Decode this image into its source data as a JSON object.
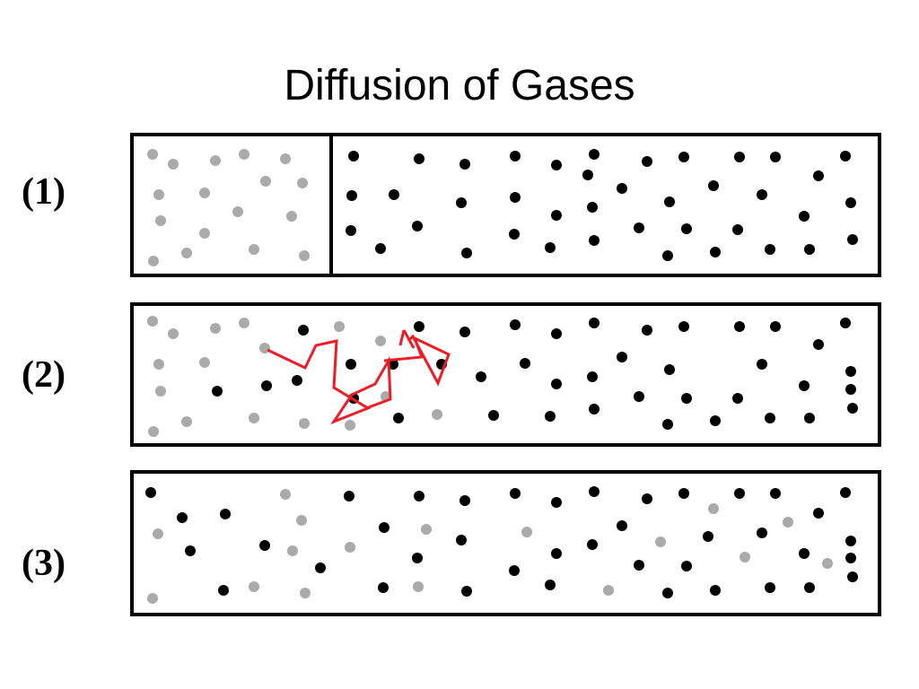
{
  "title": "Diffusion of Gases",
  "panels": [
    {
      "label": "(1)"
    },
    {
      "label": "(2)"
    },
    {
      "label": "(3)"
    }
  ],
  "colors": {
    "gas_a_particle": "#aaaaaa",
    "gas_b_particle": "#000000",
    "path": "#ee1c25",
    "border": "#000000"
  }
}
